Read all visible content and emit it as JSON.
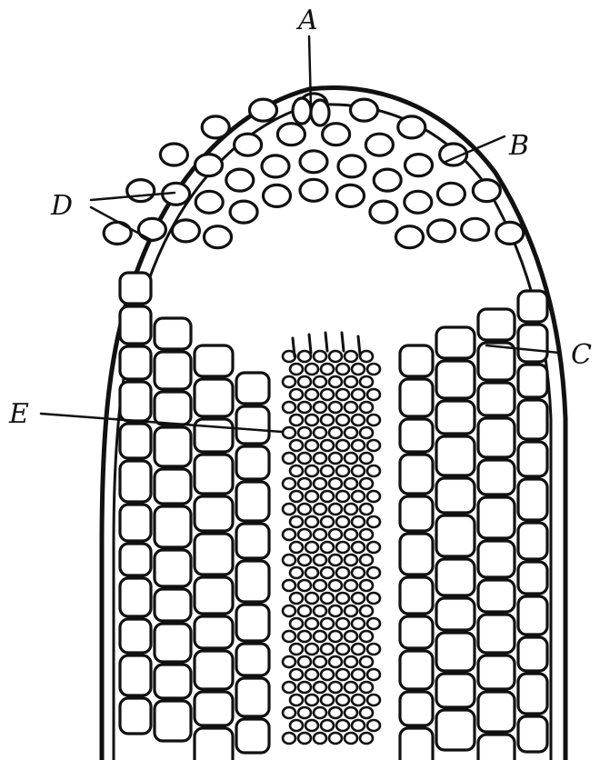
{
  "labels": {
    "A": "A",
    "B": "B",
    "C": "C",
    "D": "D",
    "E": "E"
  }
}
